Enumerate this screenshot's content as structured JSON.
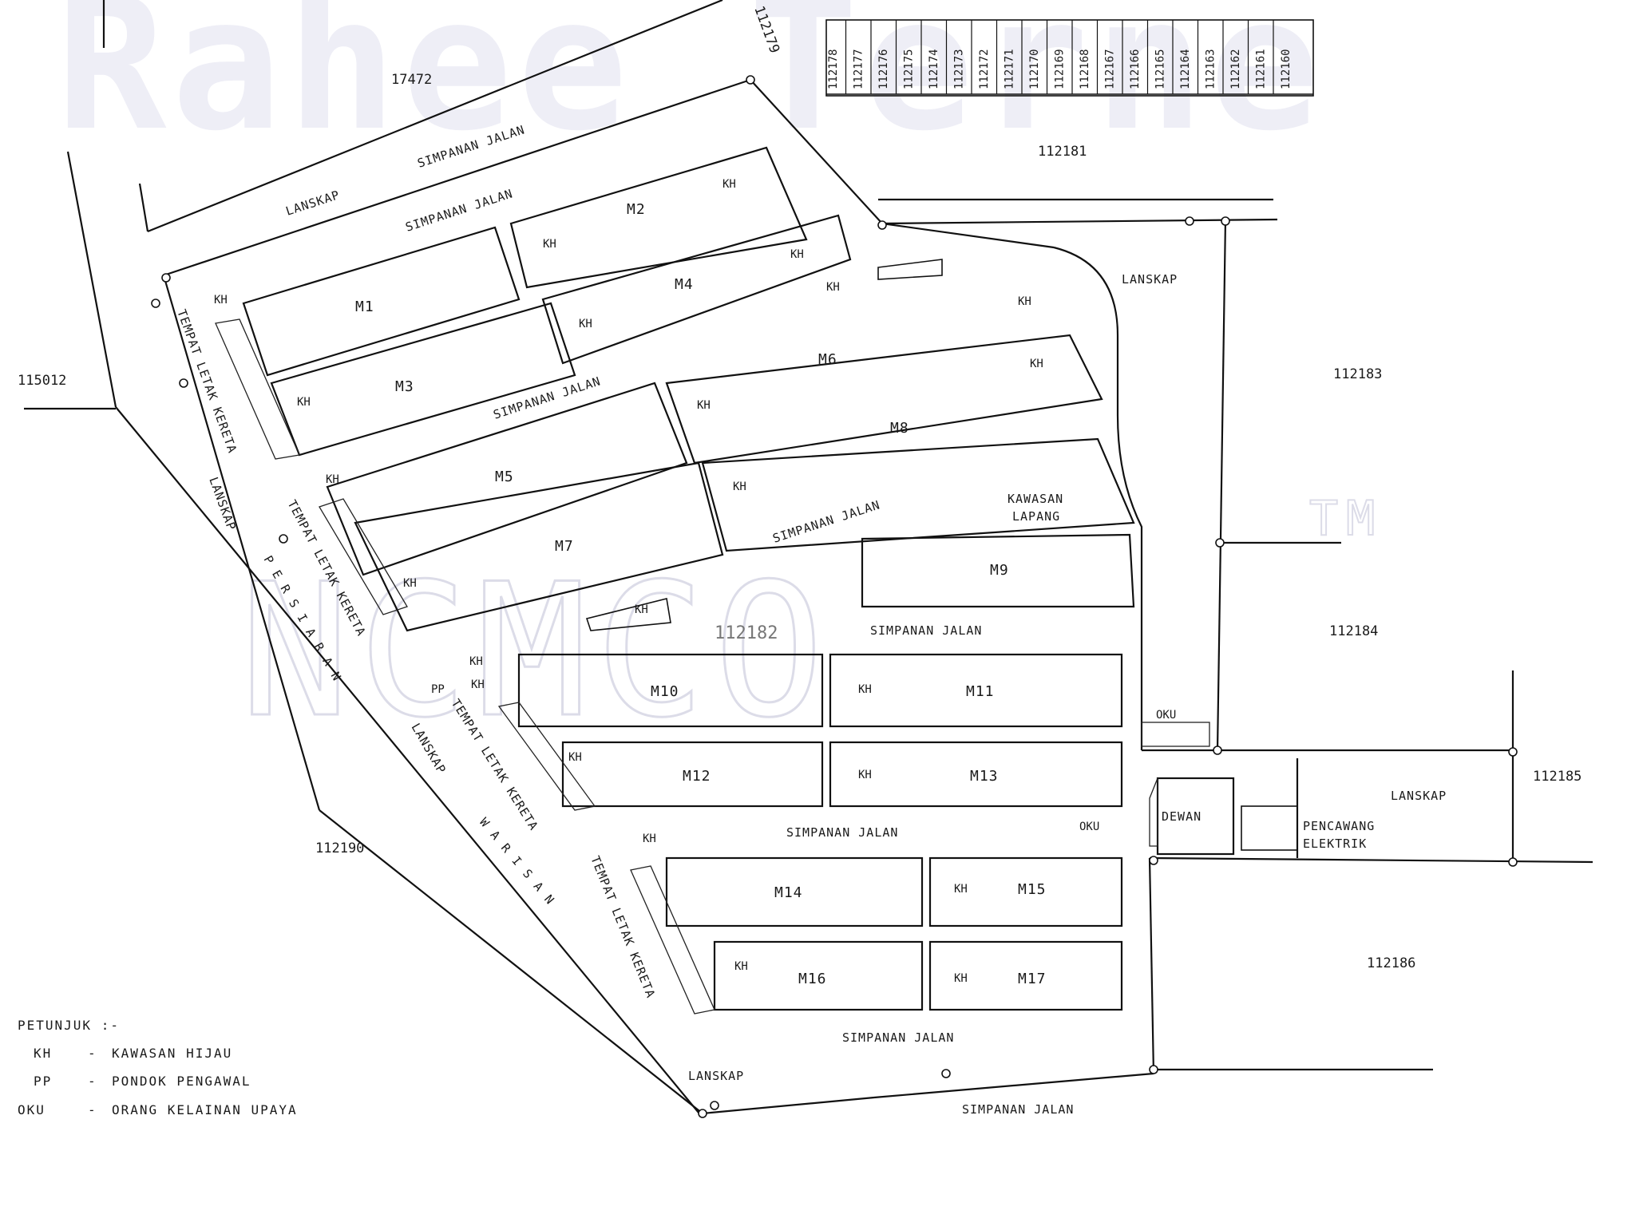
{
  "watermark": {
    "top_text": "Rahee Terne",
    "center_text": "NCMCO",
    "tm": "TM"
  },
  "neighbour_lots": {
    "top_strip": [
      "112178",
      "112177",
      "112176",
      "112175",
      "112174",
      "112173",
      "112172",
      "112171",
      "112170",
      "112169",
      "112168",
      "112167",
      "112166",
      "112165",
      "112164",
      "112163",
      "112162",
      "112161",
      "112160"
    ],
    "lot_112179": "112179",
    "lot_17472": "17472",
    "lot_112181": "112181",
    "lot_115012": "115012",
    "lot_112183": "112183",
    "lot_112184": "112184",
    "lot_112185": "112185",
    "lot_112186": "112186",
    "lot_112190": "112190",
    "lot_112182": "112182"
  },
  "lots": [
    "M1",
    "M2",
    "M3",
    "M4",
    "M5",
    "M6",
    "M7",
    "M8",
    "M9",
    "M10",
    "M11",
    "M12",
    "M13",
    "M14",
    "M15",
    "M16",
    "M17"
  ],
  "labels": {
    "kh": "KH",
    "pp": "PP",
    "oku": "OKU",
    "simpanan_jalan": "SIMPANAN JALAN",
    "lanskap": "LANSKAP",
    "tempat_letak_kereta": "TEMPAT LETAK KERETA",
    "kawasan_lapang_1": "KAWASAN",
    "kawasan_lapang_2": "LAPANG",
    "persiaran": "PERSIARAN",
    "warisan": "WARISAN",
    "dewan": "DEWAN",
    "pencawang_1": "PENCAWANG",
    "pencawang_2": "ELEKTRIK"
  },
  "legend": {
    "title": "PETUNJUK :-",
    "items": [
      {
        "code": "KH",
        "meaning": "KAWASAN HIJAU"
      },
      {
        "code": "PP",
        "meaning": "PONDOK PENGAWAL"
      },
      {
        "code": "OKU",
        "meaning": "ORANG KELAINAN UPAYA"
      }
    ]
  }
}
